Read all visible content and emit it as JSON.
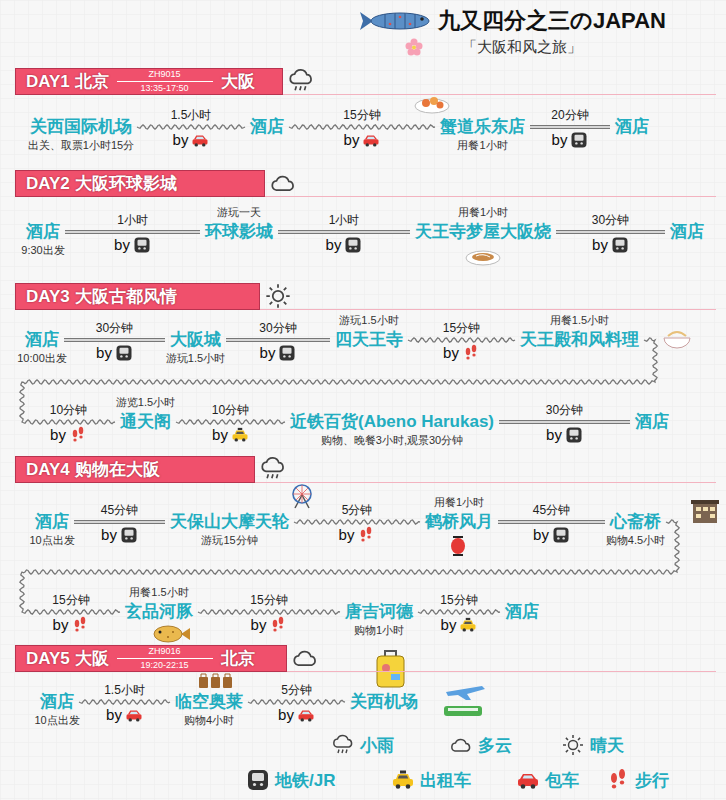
{
  "diagram": {
    "title": "九又四分之三のJAPAN",
    "nodes": [
      {
        "text": [
          "DAY1 北京",
          "ZH9015",
          "13:35-17:50",
          "大阪"
        ]
      },
      {
        "text": [
          "关西国际机场",
          "出关、取票1小时15分"
        ]
      },
      {
        "text": [
          "酒店"
        ]
      },
      {
        "text": [
          "蟹道乐东店",
          "用餐1小时"
        ]
      },
      {
        "text": [
          "酒店"
        ]
      },
      {
        "text": [
          "DAY2 大阪环球影城"
        ]
      },
      {
        "text": [
          "酒店",
          "9:30出发"
        ]
      },
      {
        "text": [
          "环球影城",
          "游玩一天"
        ]
      },
      {
        "text": [
          "天王寺梦屋大阪烧",
          "用餐1小时"
        ]
      },
      {
        "text": [
          "酒店"
        ]
      },
      {
        "text": [
          "DAY3 大阪古都风情"
        ]
      },
      {
        "text": [
          "酒店",
          "10:00出发"
        ]
      },
      {
        "text": [
          "大阪城",
          "游玩1.5小时"
        ]
      },
      {
        "text": [
          "四天王寺",
          "游玩1.5小时"
        ]
      },
      {
        "text": [
          "天王殿和风料理",
          "用餐1.5小时"
        ]
      },
      {
        "text": [
          "通天阁",
          "游览1.5小时"
        ]
      },
      {
        "text": [
          "近铁百货(Abeno Harukas)",
          "购物、晚餐3小时,观景30分钟"
        ]
      },
      {
        "text": [
          "酒店"
        ]
      },
      {
        "text": [
          "DAY4 购物在大阪"
        ]
      },
      {
        "text": [
          "酒店",
          "10点出发"
        ]
      },
      {
        "text": [
          "天保山大摩天轮",
          "游玩15分钟"
        ]
      },
      {
        "text": [
          "鹤桥风月",
          "用餐1小时"
        ]
      },
      {
        "text": [
          "心斋桥",
          "购物4.5小时"
        ]
      },
      {
        "text": [
          "玄品河豚",
          "用餐1.5小时"
        ]
      },
      {
        "text": [
          "唐吉诃德",
          "购物1小时"
        ]
      },
      {
        "text": [
          "酒店"
        ]
      },
      {
        "text": [
          "DAY5 大阪",
          "ZH9016",
          "19:20-22:15",
          "北京"
        ]
      },
      {
        "text": [
          "酒店",
          "10点出发"
        ]
      },
      {
        "text": [
          "临空奥莱",
          "购物4小时"
        ]
      },
      {
        "text": [
          "关西机场"
        ]
      }
    ],
    "edges": [
      {
        "from": 1,
        "to": 2,
        "label": "1.5小时",
        "arrow": "none"
      },
      {
        "from": 2,
        "to": 3,
        "label": "15分钟",
        "arrow": "none"
      },
      {
        "from": 3,
        "to": 4,
        "label": "20分钟",
        "arrow": "none"
      },
      {
        "from": 6,
        "to": 7,
        "label": "1小时",
        "arrow": "none"
      },
      {
        "from": 7,
        "to": 8,
        "label": "1小时",
        "arrow": "none"
      },
      {
        "from": 8,
        "to": 9,
        "label": "30分钟",
        "arrow": "none"
      },
      {
        "from": 11,
        "to": 12,
        "label": "30分钟",
        "arrow": "none"
      },
      {
        "from": 12,
        "to": 13,
        "label": "30分钟",
        "arrow": "none"
      },
      {
        "from": 13,
        "to": 14,
        "label": "15分钟",
        "arrow": "none"
      },
      {
        "from": 14,
        "to": 15,
        "label": "10分钟",
        "arrow": "none"
      },
      {
        "from": 15,
        "to": 16,
        "label": "10分钟",
        "arrow": "none"
      },
      {
        "from": 16,
        "to": 17,
        "label": "30分钟",
        "arrow": "none"
      },
      {
        "from": 19,
        "to": 20,
        "label": "45分钟",
        "arrow": "none"
      },
      {
        "from": 20,
        "to": 21,
        "label": "5分钟",
        "arrow": "none"
      },
      {
        "from": 21,
        "to": 22,
        "label": "45分钟",
        "arrow": "none"
      },
      {
        "from": 22,
        "to": 23,
        "label": "15分钟",
        "arrow": "none"
      },
      {
        "from": 23,
        "to": 24,
        "label": "15分钟",
        "arrow": "none"
      },
      {
        "from": 24,
        "to": 25,
        "label": "15分钟",
        "arrow": "none"
      },
      {
        "from": 27,
        "to": 28,
        "label": "1.5小时",
        "arrow": "none"
      },
      {
        "from": 28,
        "to": 29,
        "label": "5分钟",
        "arrow": "none"
      }
    ],
    "labels": [
      "「大阪和风之旅」",
      "by",
      "by",
      "by",
      "by",
      "by",
      "by",
      "by",
      "by",
      "by",
      "by",
      "by",
      "by",
      "by",
      "by",
      "by",
      "by",
      "by",
      "by",
      "by",
      "by"
    ],
    "legend": [
      {
        "text": "小雨"
      },
      {
        "text": "多云"
      },
      {
        "text": "晴天"
      },
      {
        "text": "地铁/JR"
      },
      {
        "text": "出租车"
      },
      {
        "text": "包车"
      },
      {
        "text": "步行"
      }
    ]
  }
}
